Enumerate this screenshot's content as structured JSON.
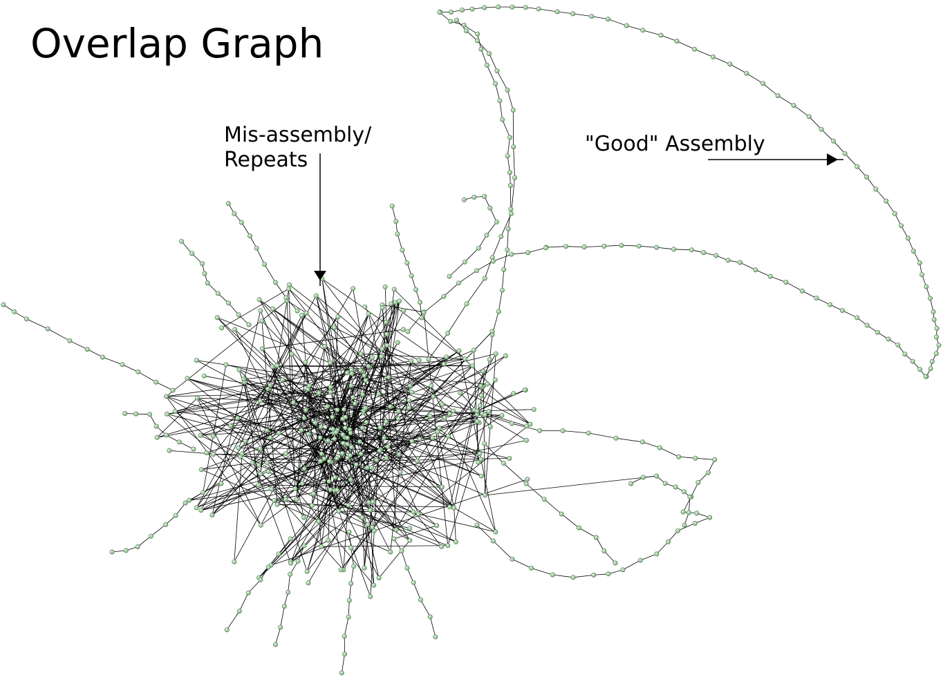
{
  "title": "Overlap Graph",
  "annotations": {
    "misassembly_line1": "Mis-assembly/",
    "misassembly_line2": "Repeats",
    "good": "\"Good\" Assembly"
  },
  "colors": {
    "node_fill": "#a8d8a8",
    "node_stroke": "#4a7a4a",
    "edge": "#000000",
    "background": "#ffffff"
  }
}
